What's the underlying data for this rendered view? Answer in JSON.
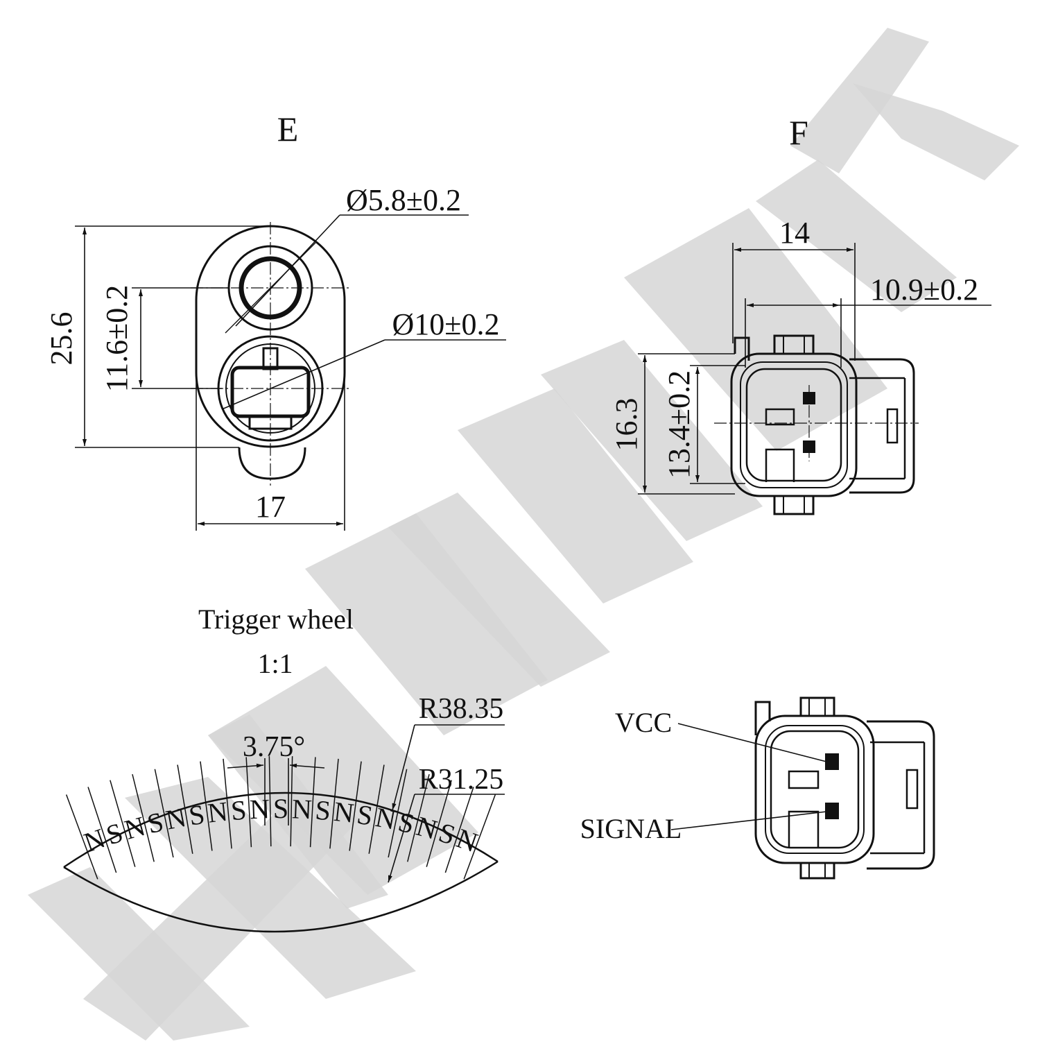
{
  "watermark": {
    "text": "XENNEK",
    "color": "#d6d6d6"
  },
  "view_e": {
    "label": "E",
    "dim_hole_small": "Ø5.8±0.2",
    "dim_hole_large": "Ø10±0.2",
    "dim_height": "25.6",
    "dim_pitch": "11.6±0.2",
    "dim_width": "17"
  },
  "view_f": {
    "label": "F",
    "dim_width_outer": "14",
    "dim_width_inner": "10.9±0.2",
    "dim_height_outer": "16.3",
    "dim_height_inner": "13.4±0.2"
  },
  "trigger_wheel": {
    "title": "Trigger wheel",
    "scale": "1:1",
    "angle": "3.75°",
    "radius_outer": "R38.35",
    "radius_inner": "R31.25",
    "poles": [
      "N",
      "S",
      "N",
      "S",
      "N",
      "S",
      "N",
      "S",
      "N",
      "S",
      "N",
      "S",
      "N",
      "S",
      "N",
      "S",
      "N",
      "S",
      "N"
    ]
  },
  "pinout": {
    "pin_vcc": "VCC",
    "pin_signal": "SIGNAL"
  }
}
